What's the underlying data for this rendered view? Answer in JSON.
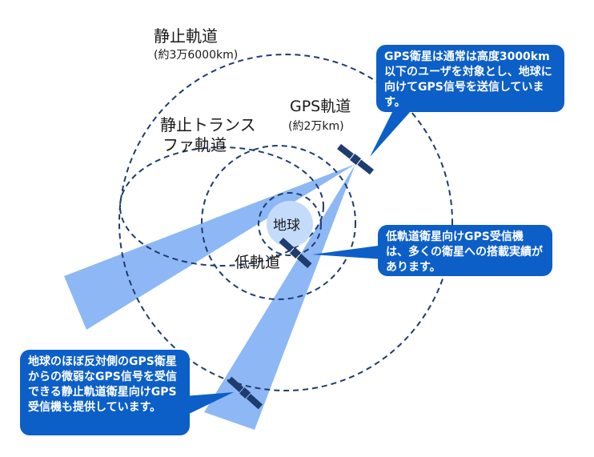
{
  "diagram": {
    "geo_orbit_label": "静止軌道",
    "geo_orbit_altitude": "(約3万6000km)",
    "gto_label_line1": "静止トランス",
    "gto_label_line2": "ファ軌道",
    "gps_orbit_label": "GPS軌道",
    "gps_orbit_altitude": "(約2万km)",
    "earth_label": "地球",
    "leo_label": "低軌道"
  },
  "callouts": {
    "gps_satellite": "GPS衛星は通常は高度3000km以下のユーザを対象とし、地球に向けてGPS信号を送信しています。",
    "leo_receiver": "低軌道衛星向けGPS受信機は、多くの衛星への搭載実績があります。",
    "geo_receiver": "地球のほぼ反対側のGPS衛星からの微弱なGPS信号を受信できる静止軌道衛星向けGPS受信機も提供しています。"
  },
  "colors": {
    "orbit_line": "#1f3c6e",
    "beam": "#8db8f5",
    "earth": "#c4dcfa",
    "satellite": "#1f3c6e",
    "callout": "#0d5fc8"
  }
}
